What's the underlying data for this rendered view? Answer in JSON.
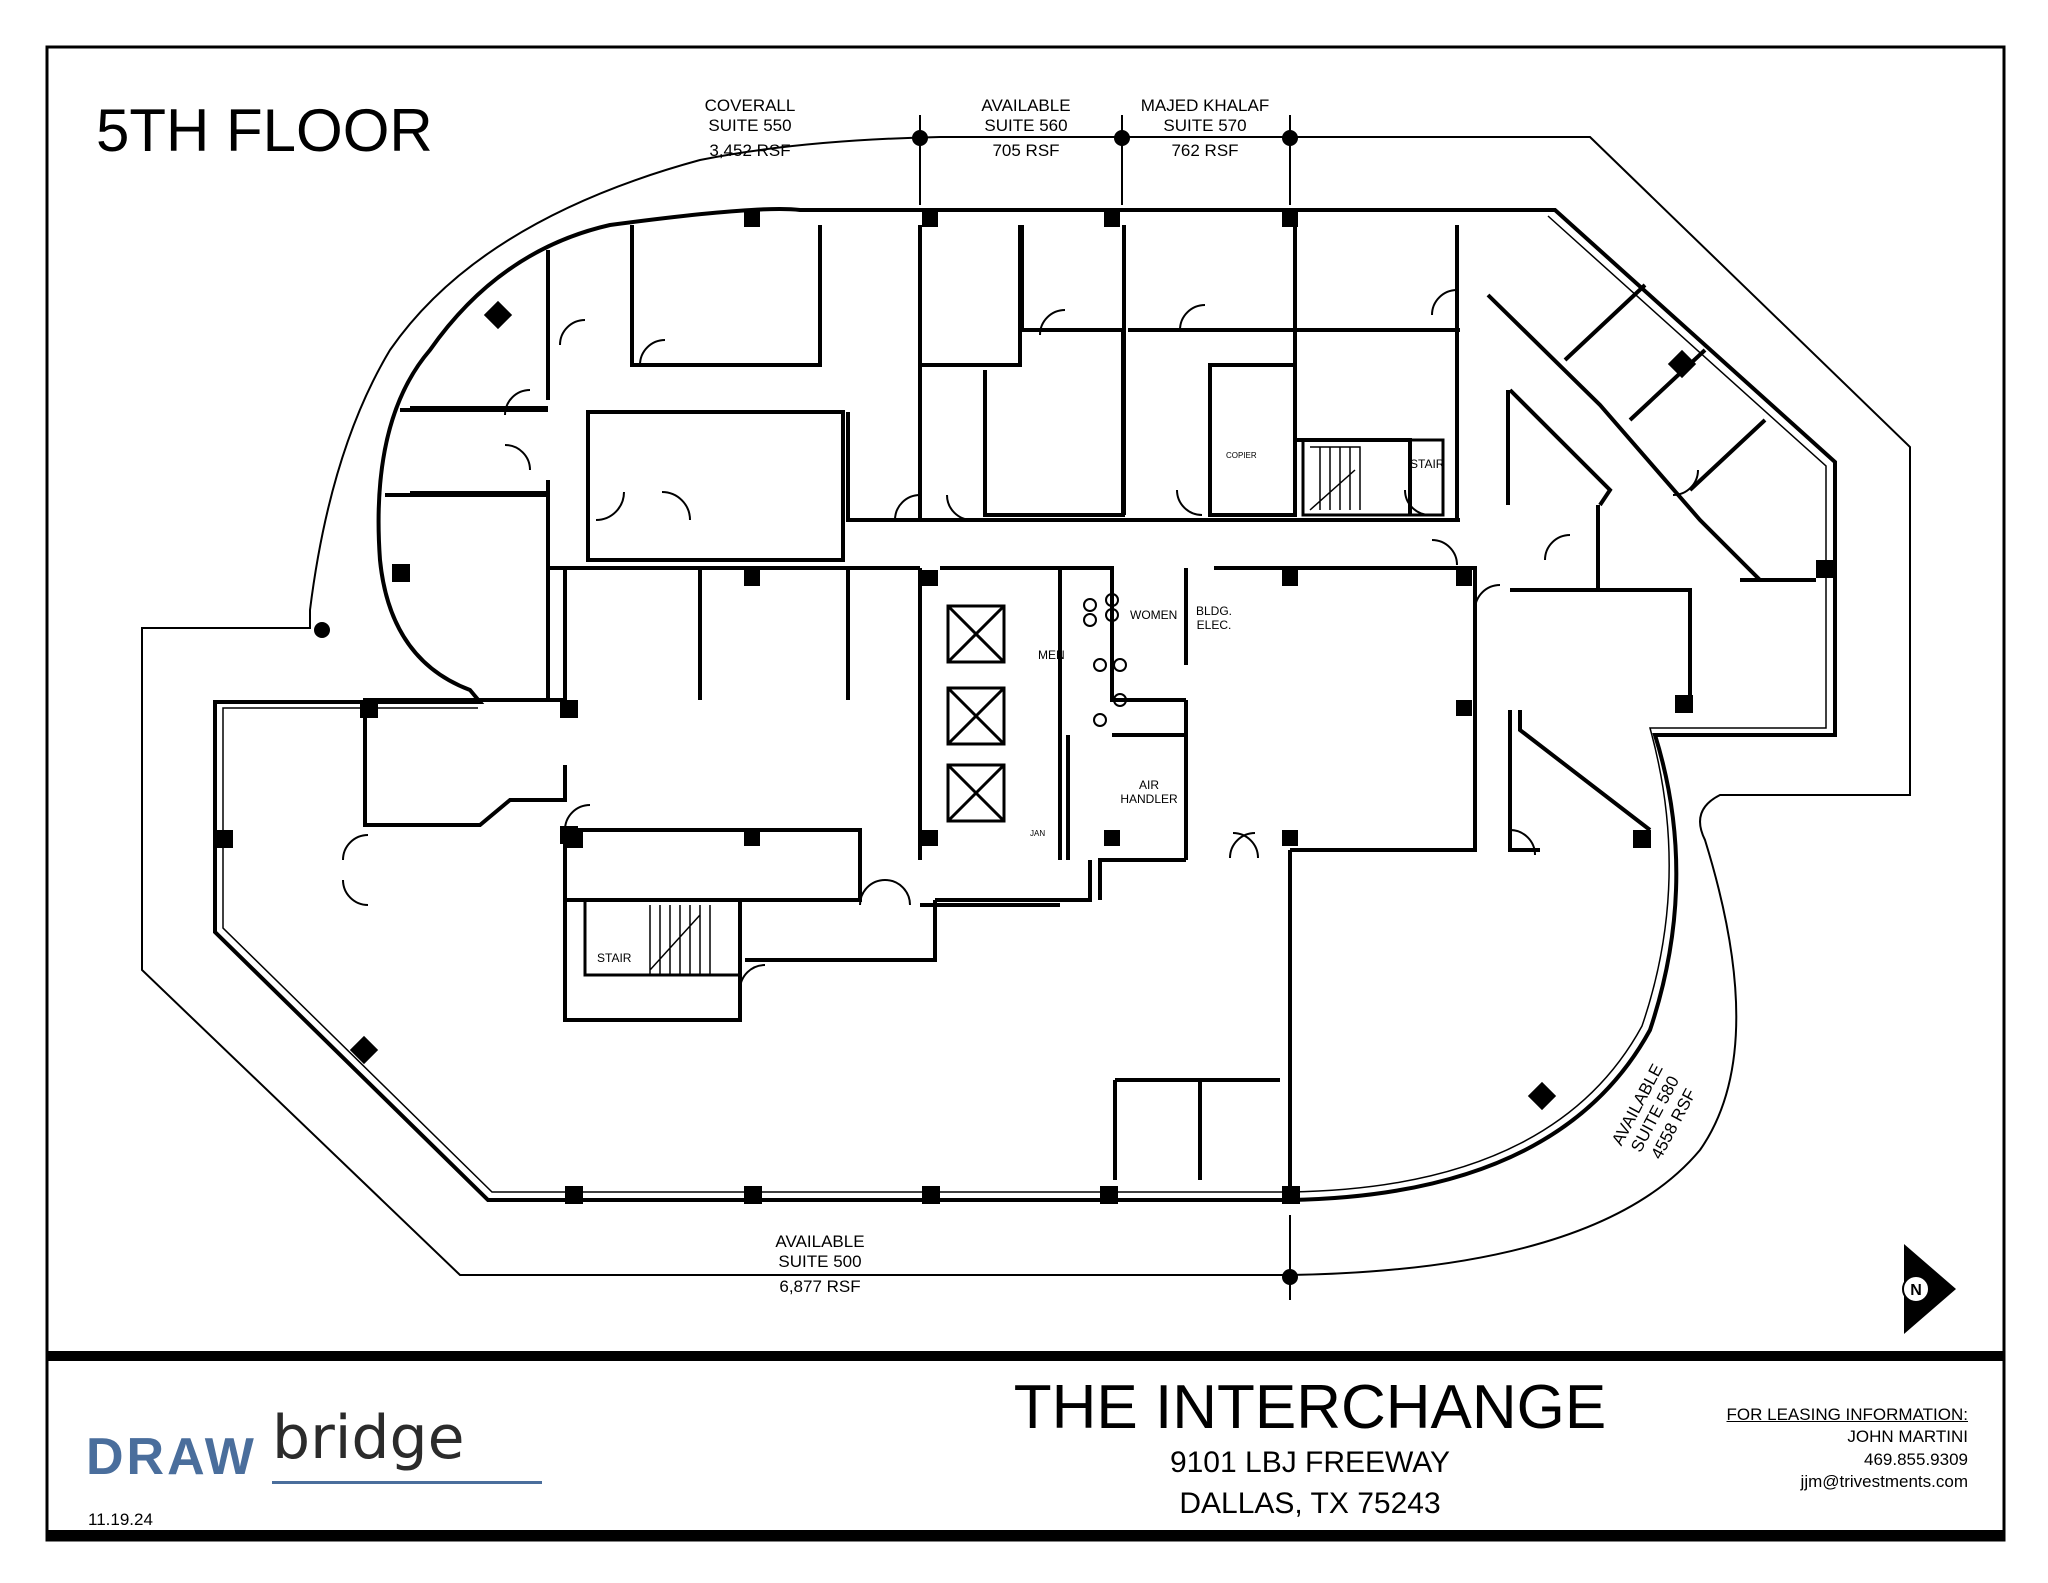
{
  "floor_title": "5TH FLOOR",
  "suites": [
    {
      "name": "COVERALL",
      "suite": "SUITE 550",
      "area": "3,452 RSF"
    },
    {
      "name": "AVAILABLE",
      "suite": "SUITE 560",
      "area": "705 RSF"
    },
    {
      "name": "MAJED KHALAF",
      "suite": "SUITE 570",
      "area": "762 RSF"
    },
    {
      "name": "AVAILABLE",
      "suite": "SUITE 500",
      "area": "6,877 RSF"
    },
    {
      "name": "AVAILABLE",
      "suite": "SUITE 580",
      "area": "4558 RSF"
    }
  ],
  "rooms": {
    "women": "WOMEN",
    "men": "MEN",
    "bldg_elec_1": "BLDG.",
    "bldg_elec_2": "ELEC.",
    "air_handler_1": "AIR",
    "air_handler_2": "HANDLER",
    "jan": "JAN",
    "stair_east": "STAIR",
    "stair_west": "STAIR",
    "copier": "COPIER"
  },
  "building": {
    "name": "THE INTERCHANGE",
    "address_line1": "9101 LBJ FREEWAY",
    "address_line2": "DALLAS, TX  75243"
  },
  "leasing": {
    "header": "FOR LEASING INFORMATION:",
    "contact": "JOHN MARTINI",
    "phone": "469.855.9309",
    "email": "jjm@trivestments.com"
  },
  "logo": {
    "part1": "DRAW",
    "part2": "bridge",
    "brand_color": "#4a6e9c"
  },
  "date": "11.19.24",
  "north_arrow": "N"
}
